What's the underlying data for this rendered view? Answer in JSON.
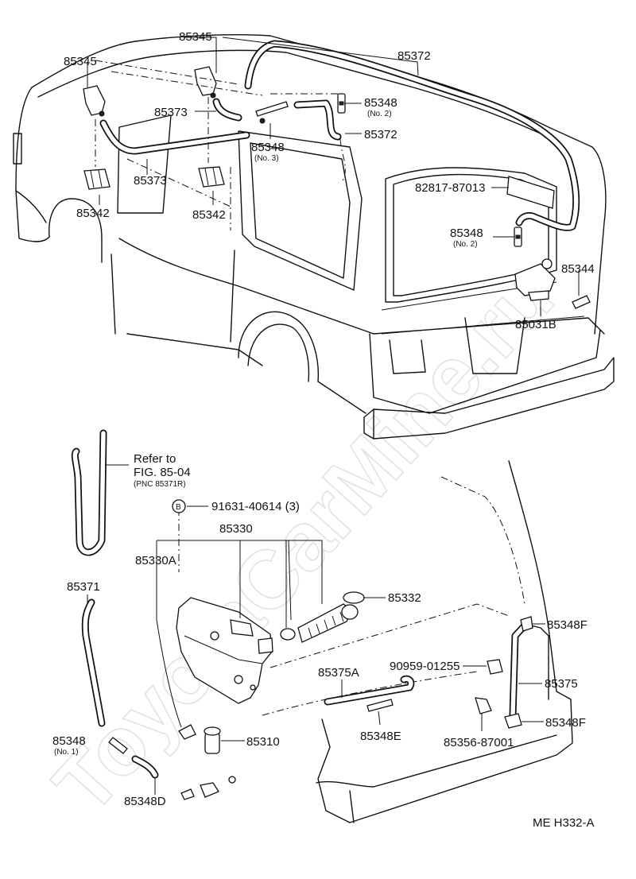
{
  "labels": {
    "l85345a": "85345",
    "l85345b": "85345",
    "l85372a": "85372",
    "l85372b": "85372",
    "l85373a": "85373",
    "l85373b": "85373",
    "l85348n2a": "85348",
    "l85348n2a_sub": "(No. 2)",
    "l85348n3": "85348",
    "l85348n3_sub": "(No. 3)",
    "l85342a": "85342",
    "l85342b": "85342",
    "l82817": "82817-87013",
    "l85348n2b": "85348",
    "l85348n2b_sub": "(No. 2)",
    "l85344": "85344",
    "l85031b": "85031B",
    "refer1": "Refer to",
    "refer2": "FIG. 85-04",
    "refer3": "(PNC 85371R)",
    "bolt_mark": "B",
    "l91631": "91631-40614 (3)",
    "l85330": "85330",
    "l85330a": "85330A",
    "l85332": "85332",
    "l85371": "85371",
    "l85348f1": "85348F",
    "l90959": "90959-01255",
    "l85375a": "85375A",
    "l85375": "85375",
    "l85348e": "85348E",
    "l85310": "85310",
    "l85348n1": "85348",
    "l85348n1_sub": "(No. 1)",
    "l85356": "85356-87001",
    "l85348f2": "85348F",
    "l85348d": "85348D",
    "figcode": "ME  H332-A"
  },
  "watermark": "ToyotaCarMine.ru",
  "colors": {
    "ink": "#111111",
    "watermark": "#cfcfcf",
    "paper": "#ffffff"
  }
}
